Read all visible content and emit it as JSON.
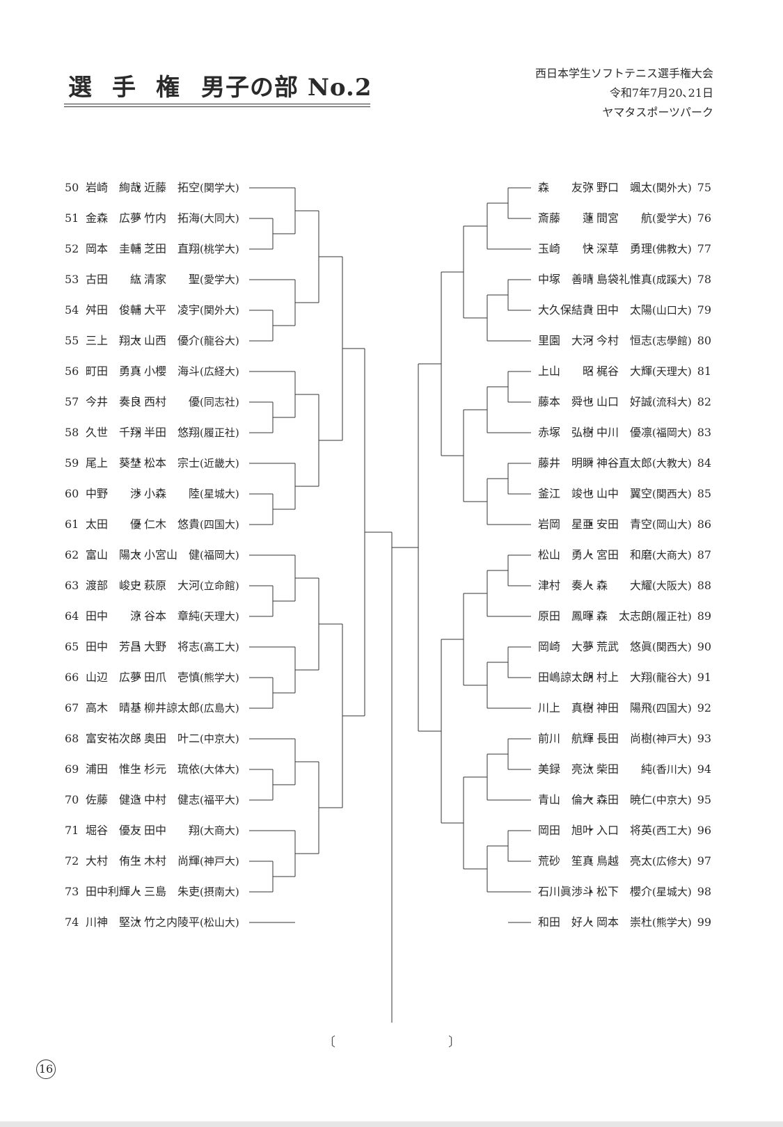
{
  "header": {
    "title_parts": [
      "選",
      "手",
      "権",
      "男子の部 No.2"
    ],
    "event_name": "西日本学生ソフトテニス選手権大会",
    "event_date": "令和7年7月20､21日",
    "event_venue": "ヤマタスポーツパーク"
  },
  "left_entries": [
    {
      "no": "50",
      "p1": "岩崎　絢哉",
      "p2": "近藤　拓空",
      "school": "(関学大)"
    },
    {
      "no": "51",
      "p1": "金森　広夢",
      "p2": "竹内　拓海",
      "school": "(大同大)"
    },
    {
      "no": "52",
      "p1": "岡本　圭輔",
      "p2": "芝田　直翔",
      "school": "(桃学大)"
    },
    {
      "no": "53",
      "p1": "古田　　紘",
      "p2": "清家　　聖",
      "school": "(愛学大)"
    },
    {
      "no": "54",
      "p1": "舛田　俊輔",
      "p2": "大平　凌宇",
      "school": "(関外大)"
    },
    {
      "no": "55",
      "p1": "三上　翔太",
      "p2": "山西　優介",
      "school": "(龍谷大)"
    },
    {
      "no": "56",
      "p1": "町田　勇真",
      "p2": "小櫻　海斗",
      "school": "(広経大)"
    },
    {
      "no": "57",
      "p1": "今井　奏良",
      "p2": "西村　　優",
      "school": "(同志社)"
    },
    {
      "no": "58",
      "p1": "久世　千翔",
      "p2": "半田　悠翔",
      "school": "(履正社)"
    },
    {
      "no": "59",
      "p1": "尾上　葵埜",
      "p2": "松本　宗士",
      "school": "(近畿大)"
    },
    {
      "no": "60",
      "p1": "中野　　渉",
      "p2": "小森　　陸",
      "school": "(星城大)"
    },
    {
      "no": "61",
      "p1": "太田　　優",
      "p2": "仁木　悠貴",
      "school": "(四国大)"
    },
    {
      "no": "62",
      "p1": "富山　陽太",
      "p2": "小宮山　健",
      "school": "(福岡大)"
    },
    {
      "no": "63",
      "p1": "渡部　峻史",
      "p2": "萩原　大河",
      "school": "(立命館)"
    },
    {
      "no": "64",
      "p1": "田中　　涼",
      "p2": "谷本　章純",
      "school": "(天理大)"
    },
    {
      "no": "65",
      "p1": "田中　芳昌",
      "p2": "大野　将志",
      "school": "(高工大)"
    },
    {
      "no": "66",
      "p1": "山辺　広夢",
      "p2": "田爪　壱慎",
      "school": "(熊学大)"
    },
    {
      "no": "67",
      "p1": "高木　晴基",
      "p2": "柳井諒太郎",
      "school": "(広島大)"
    },
    {
      "no": "68",
      "p1": "富安祐次郎",
      "p2": "奥田　叶二",
      "school": "(中京大)"
    },
    {
      "no": "69",
      "p1": "浦田　惟生",
      "p2": "杉元　琉依",
      "school": "(大体大)"
    },
    {
      "no": "70",
      "p1": "佐藤　健造",
      "p2": "中村　健志",
      "school": "(福平大)"
    },
    {
      "no": "71",
      "p1": "堀谷　優友",
      "p2": "田中　　翔",
      "school": "(大商大)"
    },
    {
      "no": "72",
      "p1": "大村　侑生",
      "p2": "木村　尚輝",
      "school": "(神戸大)"
    },
    {
      "no": "73",
      "p1": "田中利輝人",
      "p2": "三島　朱吏",
      "school": "(摂南大)"
    },
    {
      "no": "74",
      "p1": "川神　堅汰",
      "p2": "竹之内陵平",
      "school": "(松山大)"
    }
  ],
  "right_entries": [
    {
      "no": "75",
      "p1": "森　　友弥",
      "p2": "野口　颯太",
      "school": "(関外大)"
    },
    {
      "no": "76",
      "p1": "斎藤　　蓮",
      "p2": "間宮　　航",
      "school": "(愛学大)"
    },
    {
      "no": "77",
      "p1": "玉崎　　快",
      "p2": "深草　勇理",
      "school": "(佛教大)"
    },
    {
      "no": "78",
      "p1": "中塚　善晴",
      "p2": "島袋礼惟真",
      "school": "(成蹊大)"
    },
    {
      "no": "79",
      "p1": "大久保結貴",
      "p2": "田中　太陽",
      "school": "(山口大)"
    },
    {
      "no": "80",
      "p1": "里園　大河",
      "p2": "今村　恒志",
      "school": "(志學館)"
    },
    {
      "no": "81",
      "p1": "上山　　昭",
      "p2": "梶谷　大輝",
      "school": "(天理大)"
    },
    {
      "no": "82",
      "p1": "藤本　舜也",
      "p2": "山口　好誠",
      "school": "(流科大)"
    },
    {
      "no": "83",
      "p1": "赤塚　弘樹",
      "p2": "中川　優凛",
      "school": "(福岡大)"
    },
    {
      "no": "84",
      "p1": "藤井　明瞬",
      "p2": "神谷直太郎",
      "school": "(大教大)"
    },
    {
      "no": "85",
      "p1": "釜江　竣也",
      "p2": "山中　翼空",
      "school": "(関西大)"
    },
    {
      "no": "86",
      "p1": "岩岡　星亜",
      "p2": "安田　青空",
      "school": "(岡山大)"
    },
    {
      "no": "87",
      "p1": "松山　勇人",
      "p2": "宮田　和磨",
      "school": "(大商大)"
    },
    {
      "no": "88",
      "p1": "津村　奏人",
      "p2": "森　　大耀",
      "school": "(大阪大)"
    },
    {
      "no": "89",
      "p1": "原田　鳳暉",
      "p2": "森　太志朗",
      "school": "(履正社)"
    },
    {
      "no": "90",
      "p1": "岡崎　大夢",
      "p2": "荒武　悠眞",
      "school": "(関西大)"
    },
    {
      "no": "91",
      "p1": "田嶋諒太朗",
      "p2": "村上　大翔",
      "school": "(龍谷大)"
    },
    {
      "no": "92",
      "p1": "川上　真樹",
      "p2": "神田　陽飛",
      "school": "(四国大)"
    },
    {
      "no": "93",
      "p1": "前川　航輝",
      "p2": "長田　尚樹",
      "school": "(神戸大)"
    },
    {
      "no": "94",
      "p1": "美録　亮汰",
      "p2": "柴田　　純",
      "school": "(香川大)"
    },
    {
      "no": "95",
      "p1": "青山　倫大",
      "p2": "森田　暁仁",
      "school": "(中京大)"
    },
    {
      "no": "96",
      "p1": "岡田　旭叶",
      "p2": "入口　将英",
      "school": "(西工大)"
    },
    {
      "no": "97",
      "p1": "荒砂　笙真",
      "p2": "鳥越　亮太",
      "school": "(広修大)"
    },
    {
      "no": "98",
      "p1": "石川眞渉斗",
      "p2": "松下　櫻介",
      "school": "(星城大)"
    },
    {
      "no": "99",
      "p1": "和田　好人",
      "p2": "岡本　崇杜",
      "school": "(熊学大)"
    }
  ],
  "footer": {
    "bracket_open": "〔",
    "bracket_close": "〕",
    "page_number": "16"
  }
}
